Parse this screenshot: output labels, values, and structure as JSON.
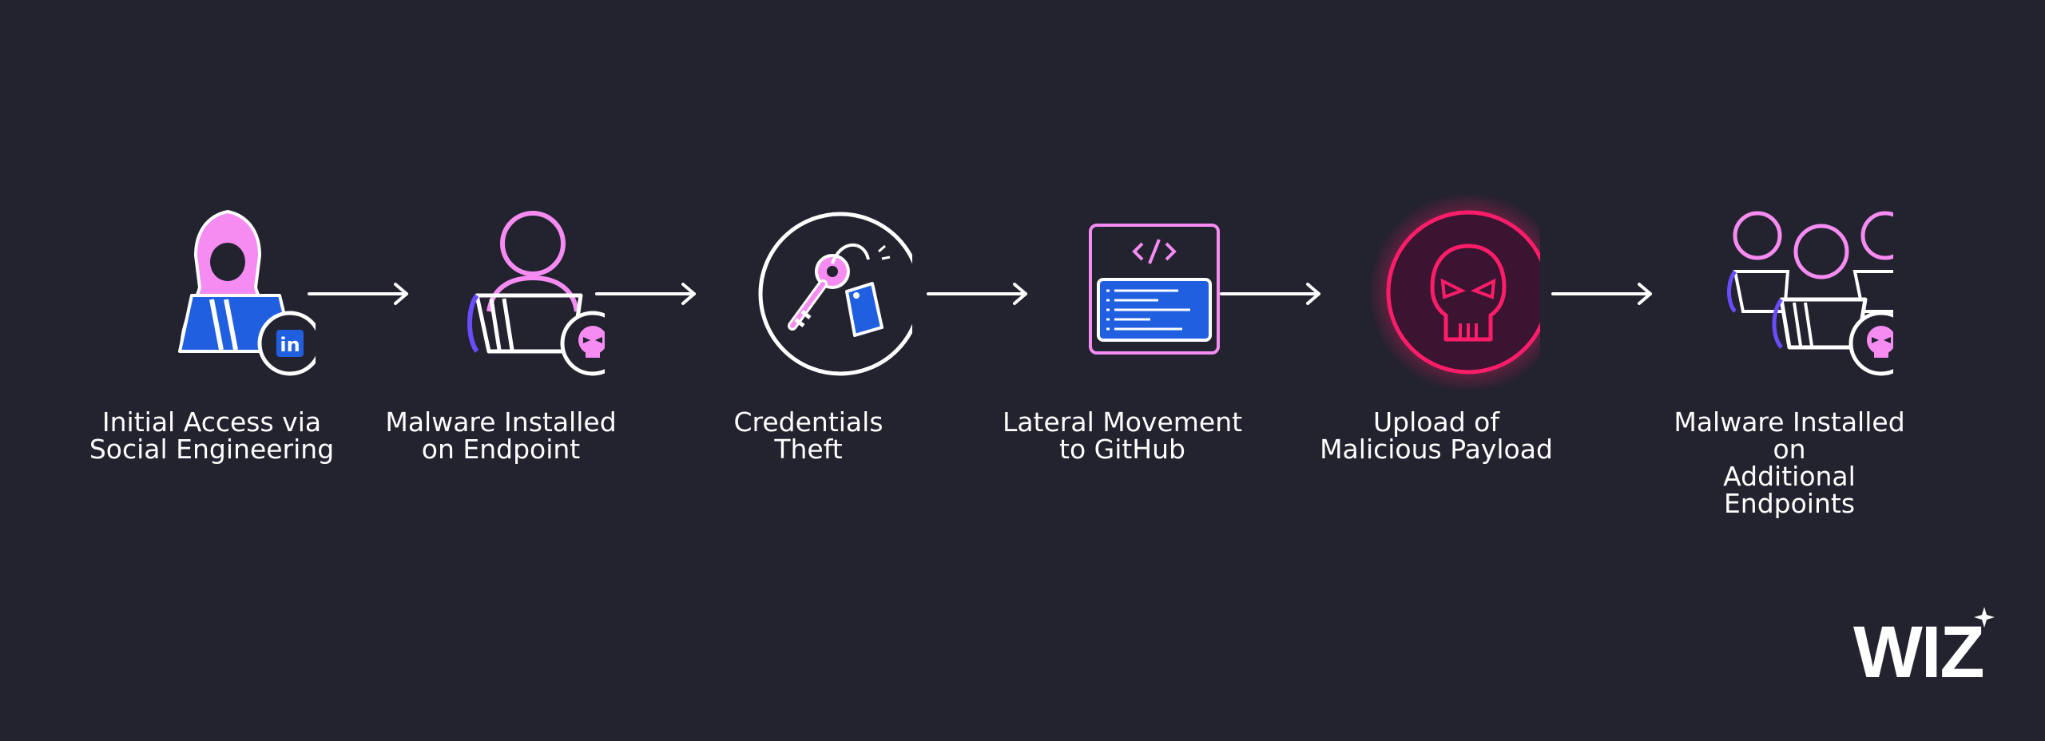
{
  "colors": {
    "background": "#23222f",
    "pink": "#f68cf2",
    "blue": "#1f5fe0",
    "red": "#ff1d6a",
    "white": "#ffffff"
  },
  "steps": [
    {
      "icon": "hooded-hacker-linkedin-icon",
      "line1": "Initial Access via",
      "line2": "Social Engineering"
    },
    {
      "icon": "user-laptop-malware-icon",
      "line1": "Malware Installed",
      "line2": "on Endpoint"
    },
    {
      "icon": "keys-tag-icon",
      "line1": "Credentials",
      "line2": "Theft"
    },
    {
      "icon": "code-window-icon",
      "line1": "Lateral Movement",
      "line2": "to GitHub"
    },
    {
      "icon": "skull-icon",
      "line1": "Upload of",
      "line2": "Malicious Payload"
    },
    {
      "icon": "multiple-users-malware-icon",
      "line1": "Malware Installed on",
      "line2": "Additional Endpoints"
    }
  ],
  "brand": {
    "logo_text": "WIZ"
  }
}
